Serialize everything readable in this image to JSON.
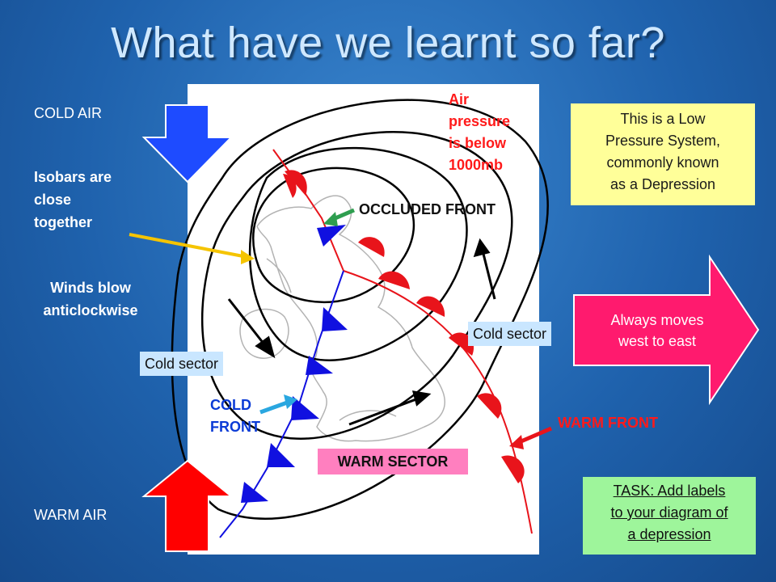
{
  "slide": {
    "title": "What have we learnt so far?"
  },
  "labels": {
    "cold_air": "COLD AIR",
    "warm_air": "WARM AIR",
    "isobars": [
      "Isobars are",
      "close",
      "together"
    ],
    "winds": [
      "Winds blow",
      "anticlockwise"
    ],
    "air_pressure": [
      "Air",
      "pressure",
      "is below",
      "1000mb"
    ],
    "occluded_front": "OCCLUDED FRONT",
    "cold_sector_left": "Cold sector",
    "cold_sector_right": "Cold sector",
    "cold_front": [
      "COLD",
      "FRONT"
    ],
    "warm_front": "WARM FRONT",
    "warm_sector": "WARM SECTOR"
  },
  "callouts": {
    "low_pressure": [
      "This is a Low",
      "Pressure System,",
      "commonly known",
      "as a Depression"
    ],
    "moves_east": [
      "Always moves",
      "west to east"
    ],
    "task": [
      "TASK: Add labels",
      "to your diagram of",
      "a depression"
    ]
  },
  "colors": {
    "background": "#1f62ad",
    "title": "#cfe8ff",
    "cold_arrow": "#1e4bff",
    "warm_arrow": "#ff0000",
    "east_arrow": "#ff1a6e",
    "warm_front": "#ff0000",
    "cold_front": "#0000ff",
    "occluded_arrow": "#2e9e4f",
    "isobar_arrow": "#f5c400"
  }
}
